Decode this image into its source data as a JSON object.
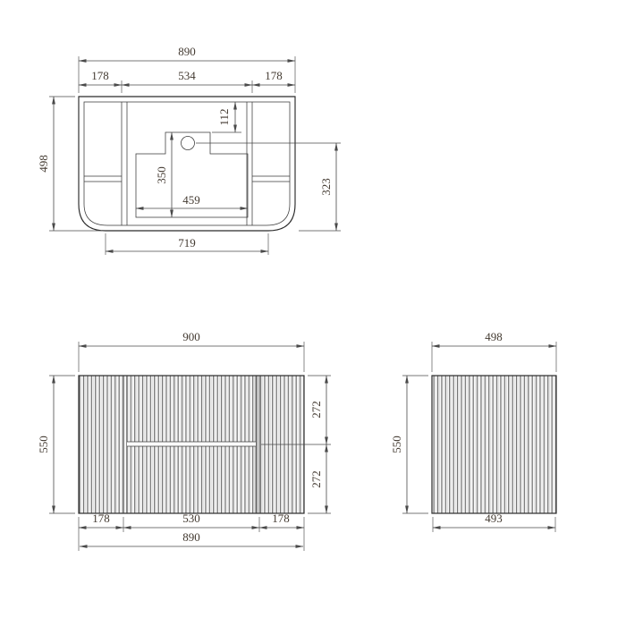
{
  "drawing": {
    "background": "#ffffff",
    "line_color": "#3a3a3a",
    "top_view": {
      "overall_width": "890",
      "left_panel": "178",
      "center_span": "534",
      "right_panel": "178",
      "depth": "498",
      "faucet_offset": "112",
      "basin_depth": "350",
      "basin_width": "459",
      "hole_to_front": "323",
      "bottom_width": "719"
    },
    "front_view": {
      "top_width": "900",
      "height": "550",
      "upper_drawer": "272",
      "lower_drawer": "272",
      "left_panel": "178",
      "center_span": "530",
      "right_panel": "178",
      "bottom_width": "890"
    },
    "side_view": {
      "top_depth": "498",
      "height": "550",
      "bottom_depth": "493"
    }
  }
}
